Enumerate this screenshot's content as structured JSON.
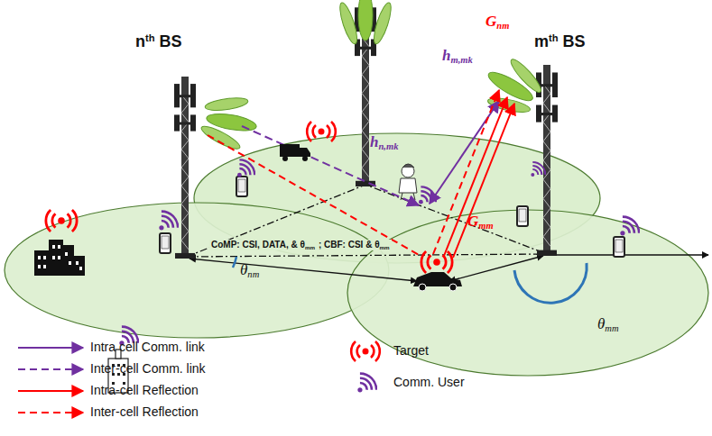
{
  "diagram": {
    "labels": [
      "n",
      "th",
      "BS",
      "m",
      "th",
      "BS",
      "G",
      "nm",
      "h",
      "m,mk",
      "h",
      "n,mk",
      "G",
      "mm",
      "θ",
      "nm",
      "θ",
      "mm",
      "CoMP: CSI, DATA, & θ",
      "mm",
      "; CBF: CSI & θ",
      "mm"
    ],
    "legend": [
      {
        "text": "Intra cell Comm. link"
      },
      {
        "text": "Inter-cell Comm. link"
      },
      {
        "text": "Intra-cell Reflection"
      },
      {
        "text": "Inter-cell Reflection"
      },
      {
        "text": "Target"
      },
      {
        "text": "Comm. User"
      }
    ]
  }
}
